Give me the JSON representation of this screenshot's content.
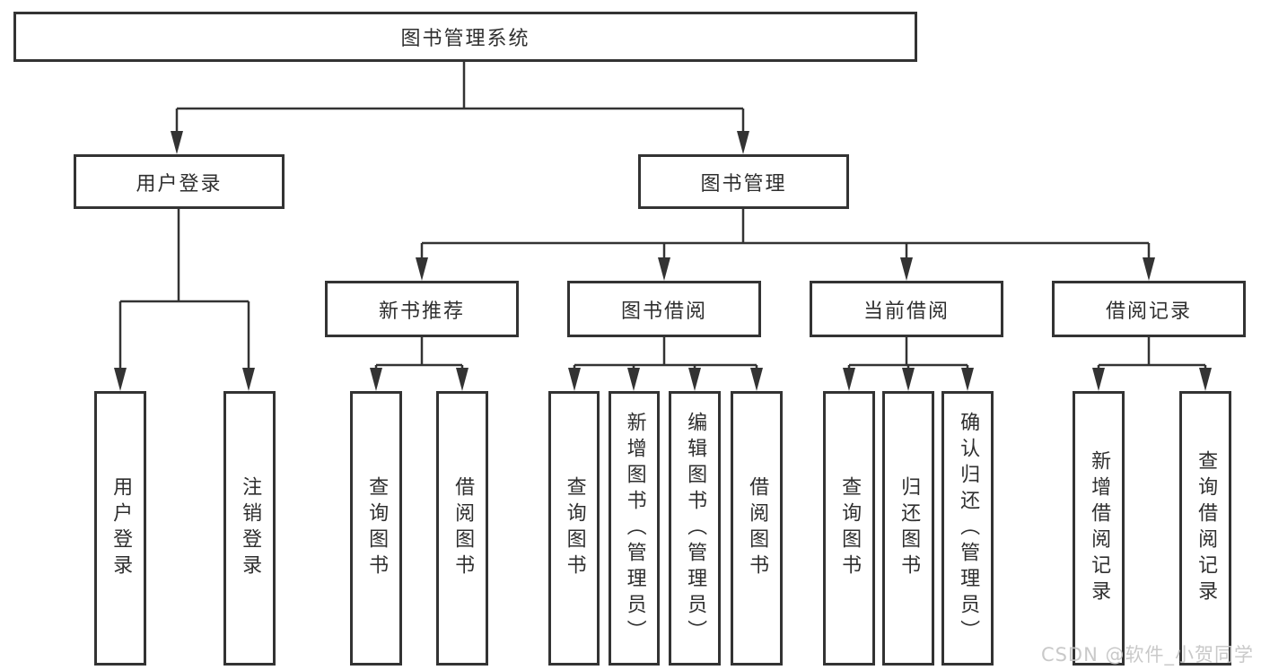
{
  "tree": {
    "label": "图书管理系统",
    "children": [
      {
        "label": "用户登录",
        "children": [
          {
            "label": "用户登录"
          },
          {
            "label": "注销登录"
          }
        ]
      },
      {
        "label": "图书管理",
        "children": [
          {
            "label": "新书推荐",
            "children": [
              {
                "label": "查询图书"
              },
              {
                "label": "借阅图书"
              }
            ]
          },
          {
            "label": "图书借阅",
            "children": [
              {
                "label": "查询图书"
              },
              {
                "label": "新增图书（管理员）"
              },
              {
                "label": "编辑图书（管理员）"
              },
              {
                "label": "借阅图书"
              }
            ]
          },
          {
            "label": "当前借阅",
            "children": [
              {
                "label": "查询图书"
              },
              {
                "label": "归还图书"
              },
              {
                "label": "确认归还（管理员）"
              }
            ]
          },
          {
            "label": "借阅记录",
            "children": [
              {
                "label": "新增借阅记录"
              },
              {
                "label": "查询借阅记录"
              }
            ]
          }
        ]
      }
    ]
  },
  "watermark": "CSDN @软件_小贺同学",
  "colors": {
    "line": "#333333",
    "box_border": "#333333",
    "box_background": "#ffffff",
    "text": "#2f2f2f",
    "watermark": "#c6c6c6",
    "page_background": "#ffffff"
  }
}
